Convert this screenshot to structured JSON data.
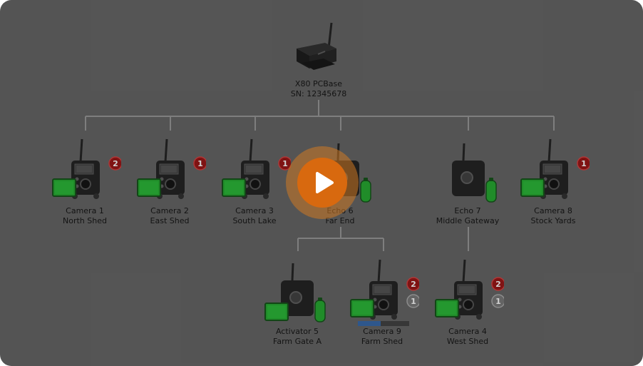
{
  "video": {
    "play_label": "Play"
  },
  "base": {
    "name": "X80 PCBase",
    "serial": "SN: 12345678"
  },
  "devices": [
    {
      "id": "camera-1",
      "kind": "camera",
      "name": "Camera 1",
      "location": "North Shed",
      "badge_red": "2"
    },
    {
      "id": "camera-2",
      "kind": "camera",
      "name": "Camera 2",
      "location": "East Shed",
      "badge_red": "1"
    },
    {
      "id": "camera-3",
      "kind": "camera",
      "name": "Camera 3",
      "location": "South Lake",
      "badge_red": "1"
    },
    {
      "id": "echo-6",
      "kind": "echo",
      "name": "Echo 6",
      "location": "Far End"
    },
    {
      "id": "echo-7",
      "kind": "echo",
      "name": "Echo 7",
      "location": "Middle Gateway"
    },
    {
      "id": "camera-8",
      "kind": "camera",
      "name": "Camera 8",
      "location": "Stock Yards",
      "badge_red": "1"
    },
    {
      "id": "activator-5",
      "kind": "activator",
      "name": "Activator 5",
      "location": "Farm Gate A"
    },
    {
      "id": "camera-9",
      "kind": "camera",
      "name": "Camera 9",
      "location": "Farm Shed",
      "badge_red": "2",
      "badge_gray": "1",
      "progress": 0.45
    },
    {
      "id": "camera-4",
      "kind": "camera",
      "name": "Camera 4",
      "location": "West Shed",
      "badge_red": "2",
      "badge_gray": "1"
    }
  ],
  "colors": {
    "background": "#5b5b5b",
    "line": "#8a8a8a",
    "device_body": "#1d1d1d",
    "battery": "#1f9a2a",
    "badge_red": "#8b1010",
    "badge_gray": "#6d6d6d",
    "progress": "#2f5e9a",
    "play_ring": "#cd7823",
    "play_center": "#d8690f"
  }
}
